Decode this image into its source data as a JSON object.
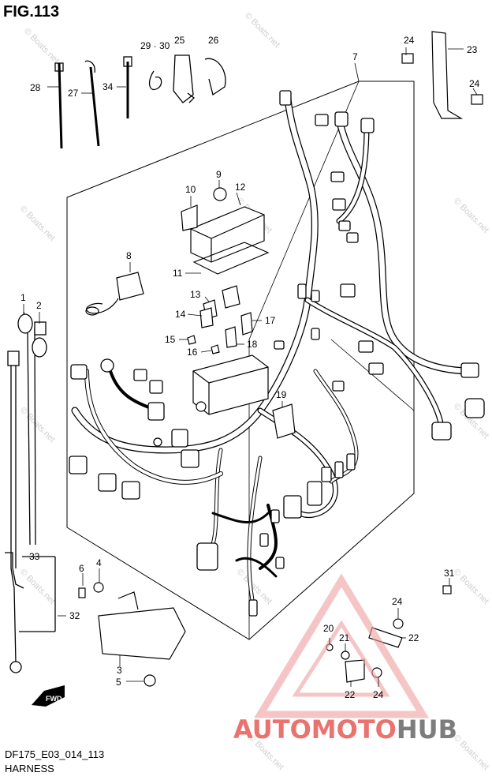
{
  "figure": {
    "title": "FIG.113",
    "code": "DF175_E03_014_113",
    "name": "HARNESS"
  },
  "fwd_label": "FWD",
  "watermark": "© Boats.net",
  "brand": {
    "part1": "AUTO",
    "part2": "MOTO",
    "part3": "HUB",
    "color_red": "#e8736f",
    "color_gray": "#7d7d7d"
  },
  "callouts": {
    "c1": "1",
    "c2": "2",
    "c3": "3",
    "c4": "4",
    "c5": "5",
    "c6": "6",
    "c7": "7",
    "c8": "8",
    "c9": "9",
    "c10": "10",
    "c11": "11",
    "c12": "12",
    "c13": "13",
    "c14": "14",
    "c15": "15",
    "c16": "16",
    "c17": "17",
    "c18": "18",
    "c19": "19",
    "c20": "20",
    "c21": "21",
    "c22a": "22",
    "c22b": "22",
    "c23": "23",
    "c24a": "24",
    "c24b": "24",
    "c24c": "24",
    "c24d": "24",
    "c25": "25",
    "c26": "26",
    "c27": "27",
    "c28": "28",
    "c29": "29 · 30",
    "c31": "31",
    "c32": "32",
    "c33": "33",
    "c34": "34"
  }
}
